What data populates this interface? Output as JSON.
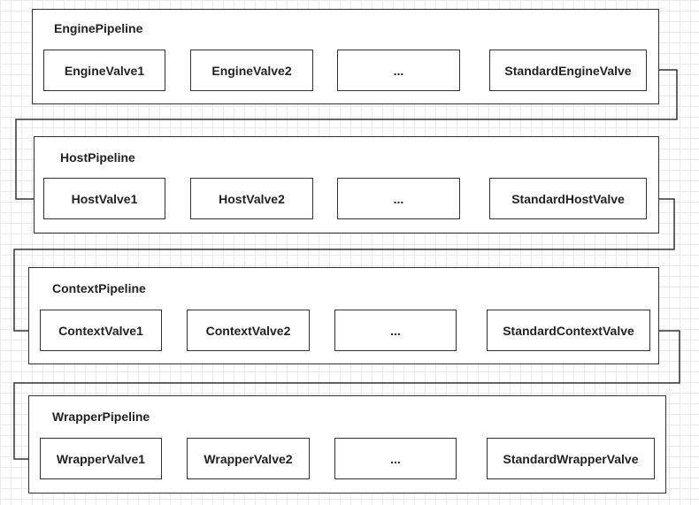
{
  "pipelines": [
    {
      "title": "EnginePipeline",
      "valves": [
        "EngineValve1",
        "EngineValve2",
        "...",
        "StandardEngineValve"
      ]
    },
    {
      "title": "HostPipeline",
      "valves": [
        "HostValve1",
        "HostValve2",
        "...",
        "StandardHostValve"
      ]
    },
    {
      "title": "ContextPipeline",
      "valves": [
        "ContextValve1",
        "ContextValve2",
        "...",
        "StandardContextValve"
      ]
    },
    {
      "title": "WrapperPipeline",
      "valves": [
        "WrapperValve1",
        "WrapperValve2",
        "...",
        "StandardWrapperValve"
      ]
    }
  ],
  "colors": {
    "stroke": "#333333",
    "grid": "#e9e9e9"
  }
}
